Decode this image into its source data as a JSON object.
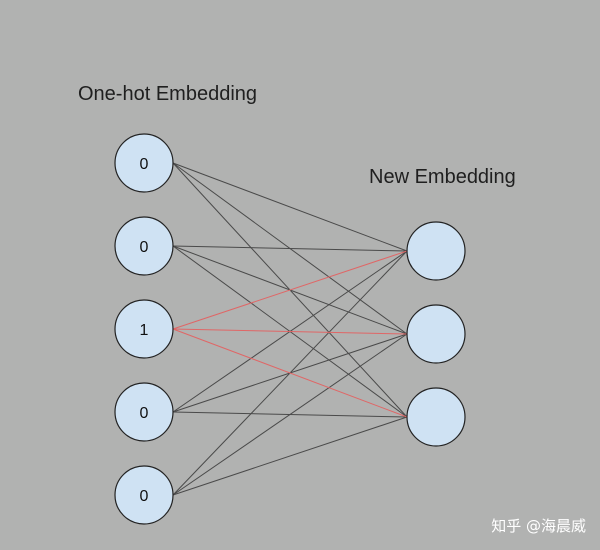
{
  "diagram": {
    "left_title": "One-hot Embedding",
    "right_title": "New Embedding",
    "input_nodes": [
      {
        "label": "0",
        "active": false
      },
      {
        "label": "0",
        "active": false
      },
      {
        "label": "1",
        "active": true
      },
      {
        "label": "0",
        "active": false
      },
      {
        "label": "0",
        "active": false
      }
    ],
    "output_nodes": [
      {
        "label": ""
      },
      {
        "label": ""
      },
      {
        "label": ""
      }
    ]
  },
  "colors": {
    "background": "#b1b2b1",
    "node_fill": "#cfe2f3",
    "node_stroke": "#222222",
    "edge": "#4a4a4a",
    "active_edge": "#e06666"
  },
  "watermark": "知乎 @海晨威"
}
